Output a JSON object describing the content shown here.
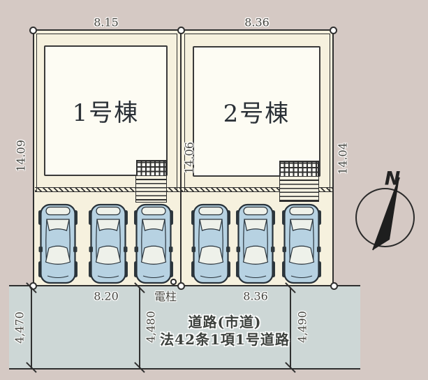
{
  "labels": {
    "building1": "1号棟",
    "building2": "2号棟",
    "utility_pole": "電柱",
    "road_name_line1": "道路(市道)",
    "road_name_line2": "法42条1項1号道路",
    "compass_north": "N"
  },
  "dimensions": {
    "lot1_width_top": "8.15",
    "lot2_width_top": "8.36",
    "lot1_depth_left": "14.09",
    "boundary_depth_center": "14.06",
    "lot2_depth_right": "14.04",
    "lot1_width_bottom": "8.20",
    "lot2_width_bottom": "8.36",
    "road_width_left": "4,470",
    "road_width_center": "4,480",
    "road_width_right": "4,490"
  },
  "parking": {
    "car_count": 6,
    "cars_per_lot": 3
  },
  "colors": {
    "bg": "#d5c9c4",
    "lot": "#f6f1de",
    "building": "#fdfcf3",
    "road": "#cdd7d6",
    "line": "#2f2f2f",
    "car-body": "#b7d2e2",
    "car-window": "#eef1ea",
    "dim-text": "#45453f"
  }
}
